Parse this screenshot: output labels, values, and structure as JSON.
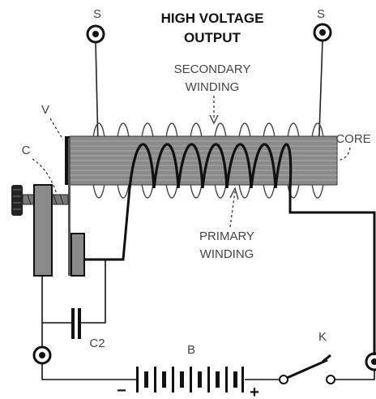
{
  "title": {
    "line1": "HIGH VOLTAGE",
    "line2": "OUTPUT"
  },
  "labels": {
    "terminal_left": "S",
    "terminal_right": "S",
    "secondary_line1": "SECONDARY",
    "secondary_line2": "WINDING",
    "primary_line1": "PRIMARY",
    "primary_line2": "WINDING",
    "core": "CORE",
    "vibrator": "V",
    "contact": "C",
    "capacitor": "C2",
    "battery": "B",
    "key": "K",
    "minus": "−",
    "plus": "+"
  },
  "colors": {
    "ink": "#111111",
    "core_fill": "#8a8a8a",
    "text": "#444444"
  }
}
